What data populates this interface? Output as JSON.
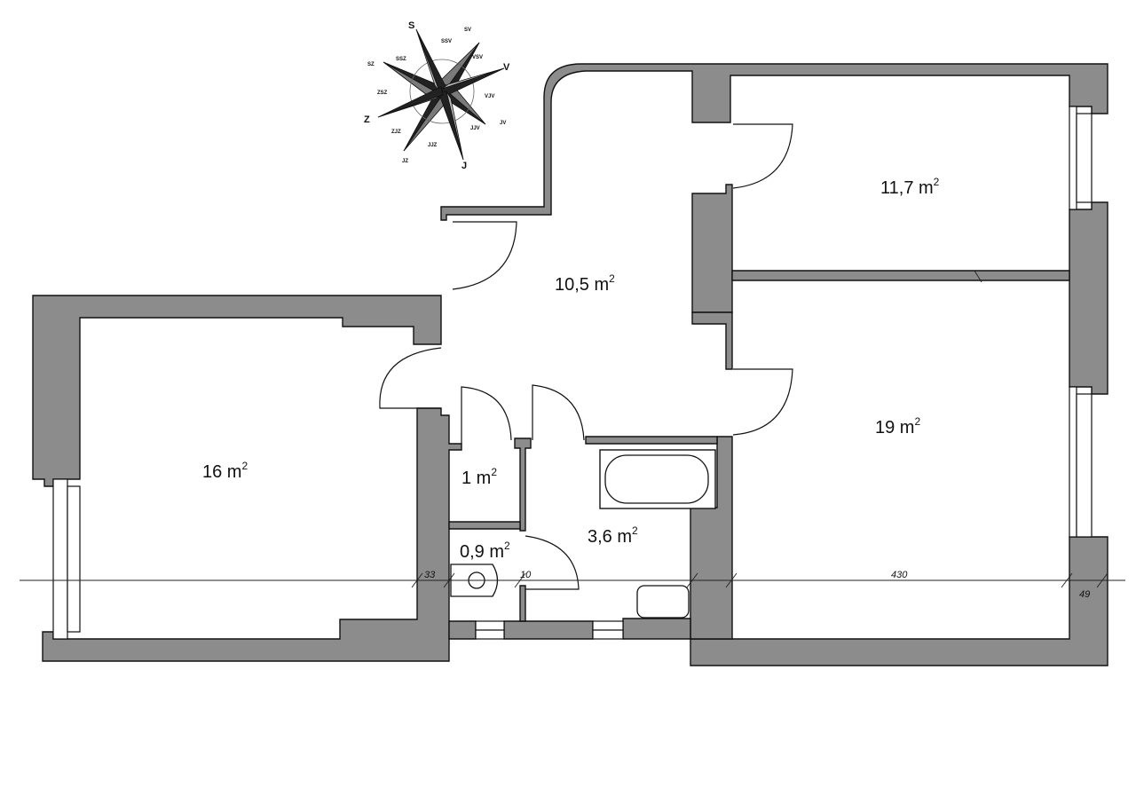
{
  "compass": {
    "main": {
      "s": "S",
      "v": "V",
      "j": "J",
      "z": "Z"
    },
    "secondary": {
      "sv": "SV",
      "jv": "JV",
      "jz": "JZ",
      "sz": "SZ"
    },
    "tertiary": {
      "ssv": "SSV",
      "vsv": "VSV",
      "vjv": "VJV",
      "jjv": "JJV",
      "jjz": "JJZ",
      "zjz": "ZJZ",
      "zsz": "ZSZ",
      "ssz": "SSZ"
    }
  },
  "rooms": {
    "hall": {
      "area": "10,5 m",
      "sup": "2"
    },
    "bedroom_top_right": {
      "area": "11,7 m",
      "sup": "2"
    },
    "living_left": {
      "area": "16 m",
      "sup": "2"
    },
    "room_right": {
      "area": "19 m",
      "sup": "2"
    },
    "wc": {
      "area": "1 m",
      "sup": "2"
    },
    "bathroom": {
      "area": "3,6 m",
      "sup": "2"
    },
    "closet": {
      "area": "0,9 m",
      "sup": "2"
    }
  },
  "dimensions": {
    "d33": "33",
    "d10": "10",
    "d430": "430",
    "d49": "49"
  }
}
